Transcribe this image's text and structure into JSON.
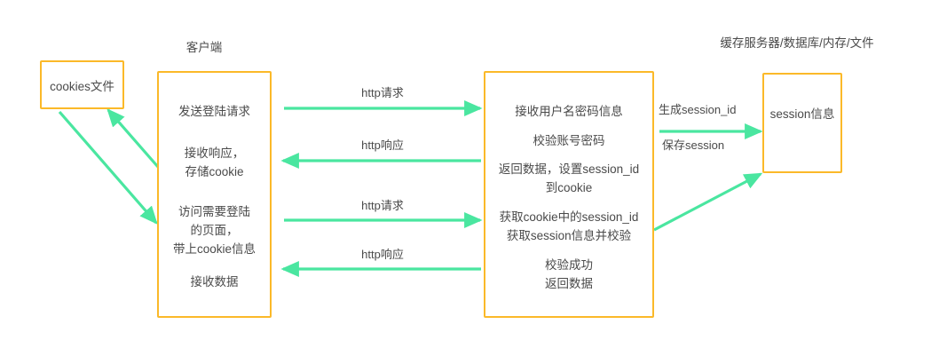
{
  "diagram": {
    "title_labels": {
      "client": "客户端",
      "storage": "缓存服务器/数据库/内存/文件"
    },
    "colors": {
      "box_border": "#fbb929",
      "arrow": "#4ae6a0",
      "text": "#4a4a4a",
      "background": "#ffffff"
    },
    "boxes": {
      "cookies_file": {
        "label": "cookies文件"
      },
      "client": {
        "lines": [
          "发送登陆请求",
          "接收响应，",
          "存储cookie",
          "访问需要登陆",
          "的页面，",
          "带上cookie信息",
          "接收数据"
        ],
        "groups": [
          [
            "发送登陆请求"
          ],
          [
            "接收响应，",
            "存储cookie"
          ],
          [
            "访问需要登陆",
            "的页面，",
            "带上cookie信息"
          ],
          [
            "接收数据"
          ]
        ]
      },
      "server": {
        "groups": [
          [
            "接收用户名密码信息"
          ],
          [
            "校验账号密码"
          ],
          [
            "返回数据，设置session_id",
            "到cookie"
          ],
          [
            "获取cookie中的session_id",
            "获取session信息并校验"
          ],
          [
            "校验成功",
            "返回数据"
          ]
        ]
      },
      "session_store": {
        "label": "session信息"
      }
    },
    "arrows": {
      "http_request_1": "http请求",
      "http_response_1": "http响应",
      "http_request_2": "http请求",
      "http_response_2": "http响应",
      "generate_session_id": "生成session_id",
      "save_session": "保存session"
    }
  }
}
